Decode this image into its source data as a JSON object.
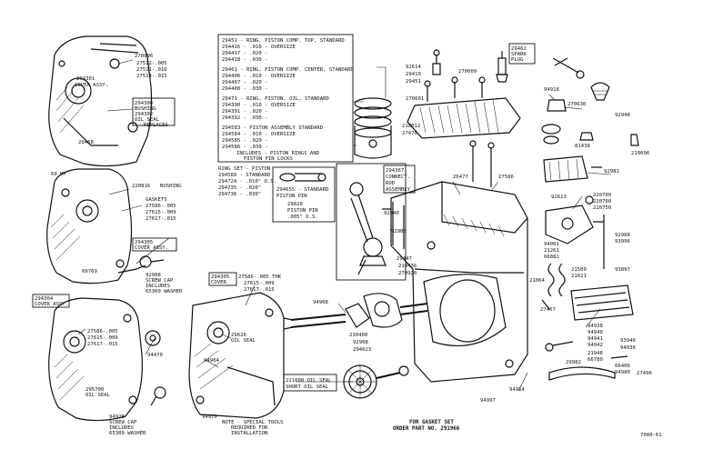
{
  "callouts": {
    "cover_top": [
      "294301",
      "COVER ASSY."
    ],
    "bushing_box": [
      "294300",
      "BUSHING",
      "294302",
      "OIL SEAL",
      "REPLACES"
    ],
    "gaskets_top": [
      "270896",
      "27512-.005",
      "27511-.010",
      "27514-.015"
    ],
    "bushing_mid": [
      "220816",
      "BUSHING"
    ],
    "gasket_mid": [
      "GASKETS",
      "27586-.005",
      "27615-.009",
      "27617-.015"
    ],
    "cover_assy_mid": [
      "294305",
      "COVER ASSY."
    ],
    "part_66769": "66769",
    "screw_mid": [
      "92908",
      "SCREW CAP",
      "INCLUDES",
      "65309 WASHER"
    ],
    "cover_assy_low": [
      "294304",
      "COVER ASSY."
    ],
    "gasket_low": [
      "27586-.005",
      "27615-.009",
      "27617-.015"
    ],
    "oil_seal_low": [
      "295700",
      "OIL SEAL"
    ],
    "screw_low": [
      "94928",
      "SCREW CAP",
      "INCLUDES",
      "65309 WASHER"
    ],
    "cover_center": [
      "294305",
      "COVER"
    ],
    "gasket_center": [
      "27586-.005 THK",
      "27615-.009",
      "27617-.015"
    ],
    "oil_seal_center": [
      "29626",
      "OIL SEAL"
    ],
    "part_94904": "94904",
    "part_94970": "94970",
    "rings_box": [
      "29451 - RING, PISTON COMP. TOP, STANDARD",
      "294416 - .010 - OVERSIZE",
      "294417 - .020 -",
      "294418 - .030 -",
      "29461 - RING, PISTON COMP. CENTER, STANDARD",
      "294406 - .010 - OVERSIZE",
      "294407 - .020 -",
      "294408 - .030 -",
      "29471 - RING, PISTON, OIL, STANDARD",
      "294390 - .010 - OVERSIZE",
      "294391 - .020 -",
      "294392 - .030 -",
      "294583 - PISTON ASSEMBLY STANDARD",
      "294584 - .010 - OVERSIZE",
      "294585 - .020 -",
      "294586 - .030 -",
      "INCLUDES - PISTON RINGS AND",
      "PISTON PIN LOCKS"
    ],
    "ring_set": [
      "RING SET - PISTON",
      "294589 - STANDARD",
      "294724 - .010\" O.S.",
      "294735 - .020\"",
      "294736 - .030\""
    ],
    "piston_pin": [
      "294655 - STANDARD",
      "PISTON PIN",
      "29826",
      "PISTON PIN",
      ".005\" O.S."
    ],
    "connecting_rod": [
      "294367",
      "CONNECT.",
      "ROD",
      "ASSEMBLY"
    ],
    "spark_plug": [
      "29462",
      "SPARK",
      "PLUG"
    ],
    "head_labels": [
      "92614",
      "270009",
      "29419",
      "29451",
      "270601",
      "210012",
      "27470"
    ],
    "cyl_labels": [
      "26477",
      "27586",
      "92908",
      "29447",
      "210436",
      "270920"
    ],
    "right_labels": [
      "94918",
      "270630",
      "92948",
      "81438",
      "210096",
      "92981",
      "92613",
      "220709",
      "220760",
      "220750",
      "92988",
      "93996",
      "93897",
      "94001",
      "21261",
      "66882",
      "21509",
      "21021",
      "21064",
      "27467"
    ],
    "lower_right": [
      "94938",
      "94940",
      "94941",
      "94942",
      "21948",
      "66780",
      "29982",
      "66406",
      "94980",
      "27496",
      "93940",
      "94936"
    ],
    "bottom_center": [
      "210400",
      "92908",
      "294023",
      "94914",
      "94997"
    ],
    "seal_center": [
      "221600 OIL SEAL",
      "SHORT OIL SEAL"
    ],
    "note": [
      "NOTE - SPECIAL TOOLS",
      "REQUIRED FOR",
      "INSTALLATION"
    ],
    "gasket_set": [
      "FOR GASKET SET",
      "ORDER PART NO. 291966"
    ],
    "diagram_id": "7080-61",
    "misc": [
      "60 MY",
      "94470",
      "94908",
      "92940",
      "29468"
    ]
  }
}
